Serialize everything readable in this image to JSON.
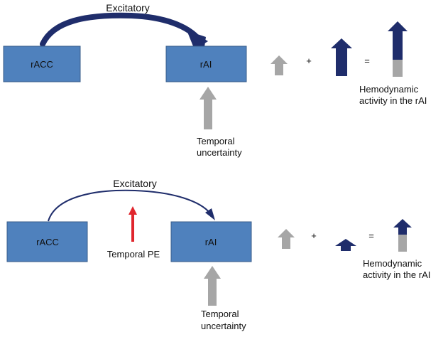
{
  "colors": {
    "box_fill": "#4f81bd",
    "box_stroke": "#385d8a",
    "navy": "#1f2d6b",
    "gray": "#a6a6a6",
    "red": "#e0262d"
  },
  "top_panel": {
    "connection_label": "Excitatory",
    "source_box": "rACC",
    "target_box": "rAI",
    "input_label_line1": "Temporal",
    "input_label_line2": "uncertainty",
    "plus": "+",
    "equals": "=",
    "result_label_line1": "Hemodynamic",
    "result_label_line2": "activity in the rAI"
  },
  "bottom_panel": {
    "connection_label": "Excitatory",
    "source_box": "rACC",
    "target_box": "rAI",
    "modulator_label": "Temporal PE",
    "input_label_line1": "Temporal",
    "input_label_line2": "uncertainty",
    "plus": "+",
    "equals": "=",
    "result_label_line1": "Hemodynamic",
    "result_label_line2": "activity in the rAI"
  }
}
